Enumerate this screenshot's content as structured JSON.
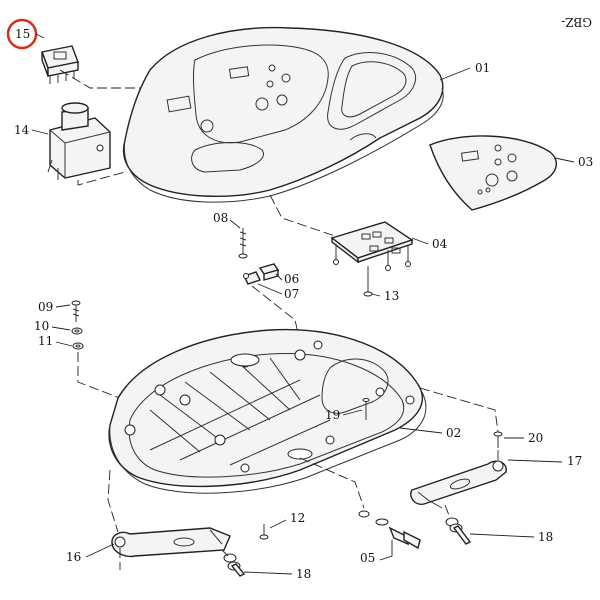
{
  "corner_code": "GBZ-",
  "highlight_color": "#d62d1c",
  "labels": {
    "p01": "01",
    "p02": "02",
    "p03": "03",
    "p04": "04",
    "p05": "05",
    "p06": "06",
    "p07": "07",
    "p08": "08",
    "p09": "09",
    "p10": "10",
    "p11": "11",
    "p12": "12",
    "p13": "13",
    "p14": "14",
    "p15": "15",
    "p16": "16",
    "p17": "17",
    "p18a": "18",
    "p18b": "18",
    "p19": "19",
    "p20": "20"
  }
}
